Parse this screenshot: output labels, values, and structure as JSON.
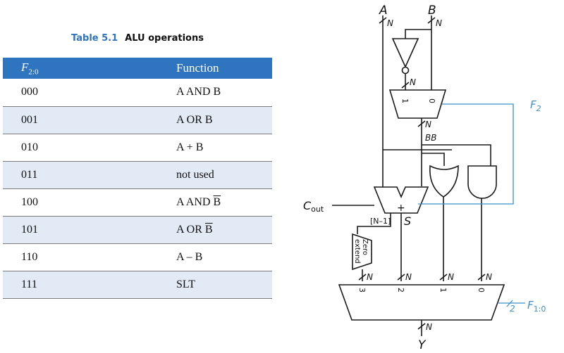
{
  "table": {
    "caption_label": "Table 5.1",
    "caption_title": "ALU operations",
    "headers": {
      "f_main": "F",
      "f_sub": "2:0",
      "function": "Function"
    },
    "rows": [
      {
        "code": "000",
        "func": "A AND B",
        "func_main": "",
        "func_bar": ""
      },
      {
        "code": "001",
        "func": "A OR B",
        "func_main": "",
        "func_bar": ""
      },
      {
        "code": "010",
        "func": "A + B",
        "func_main": "",
        "func_bar": ""
      },
      {
        "code": "011",
        "func": "not used",
        "func_main": "",
        "func_bar": ""
      },
      {
        "code": "100",
        "func": "",
        "func_main": "A AND ",
        "func_bar": "B"
      },
      {
        "code": "101",
        "func": "",
        "func_main": "A OR ",
        "func_bar": "B"
      },
      {
        "code": "110",
        "func": "A – B",
        "func_main": "",
        "func_bar": ""
      },
      {
        "code": "111",
        "func": "SLT",
        "func_main": "",
        "func_bar": ""
      }
    ]
  },
  "diagram": {
    "input_a": "A",
    "input_b": "B",
    "bus_n": "N",
    "bb": "BB",
    "f2_main": "F",
    "f2_sub": "2",
    "cout_main": "C",
    "cout_sub": "out",
    "plus": "+",
    "msb_index": "[N–1]",
    "sum": "S",
    "zero_extend_1": "Zero",
    "zero_extend_2": "extend",
    "mux2_in1": "1",
    "mux2_in0": "0",
    "mux4_in3": "3",
    "mux4_in2": "2",
    "mux4_in1": "1",
    "mux4_in0": "0",
    "f10_main": "F",
    "f10_sub": "1:0",
    "f10_width": "2",
    "output_y": "Y",
    "colors": {
      "header_blue": "#2f74bf",
      "row_alt": "#e2eaf5",
      "control_blue": "#3d8fc9"
    }
  }
}
